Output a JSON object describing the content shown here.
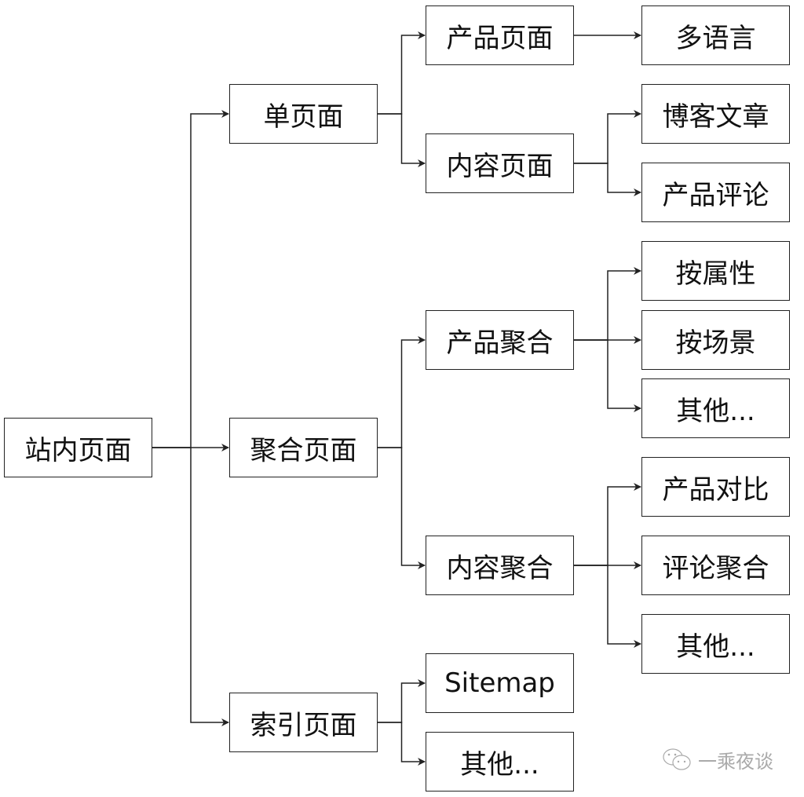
{
  "nodes": {
    "root": "站内页面",
    "single": "单页面",
    "aggregate": "聚合页面",
    "index": "索引页面",
    "product_page": "产品页面",
    "content_page": "内容页面",
    "multilang": "多语言",
    "blog": "博客文章",
    "review": "产品评论",
    "product_agg": "产品聚合",
    "content_agg": "内容聚合",
    "by_attr": "按属性",
    "by_scene": "按场景",
    "pa_other": "其他...",
    "compare": "产品对比",
    "review_agg": "评论聚合",
    "ca_other": "其他...",
    "sitemap": "Sitemap",
    "idx_other": "其他..."
  },
  "edges": [
    [
      "root",
      "single"
    ],
    [
      "root",
      "aggregate"
    ],
    [
      "root",
      "index"
    ],
    [
      "single",
      "product_page"
    ],
    [
      "single",
      "content_page"
    ],
    [
      "product_page",
      "multilang"
    ],
    [
      "content_page",
      "blog"
    ],
    [
      "content_page",
      "review"
    ],
    [
      "aggregate",
      "product_agg"
    ],
    [
      "aggregate",
      "content_agg"
    ],
    [
      "product_agg",
      "by_attr"
    ],
    [
      "product_agg",
      "by_scene"
    ],
    [
      "product_agg",
      "pa_other"
    ],
    [
      "content_agg",
      "compare"
    ],
    [
      "content_agg",
      "review_agg"
    ],
    [
      "content_agg",
      "ca_other"
    ],
    [
      "index",
      "sitemap"
    ],
    [
      "index",
      "idx_other"
    ]
  ],
  "watermark": {
    "icon": "wechat-icon",
    "text": "一乘夜谈"
  }
}
